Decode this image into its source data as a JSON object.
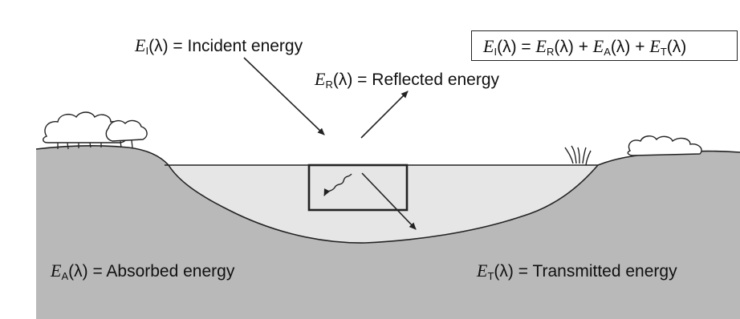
{
  "diagram": {
    "incident": {
      "sym": "E",
      "sub": "I",
      "arg": "(λ)",
      "text": " = Incident energy"
    },
    "reflected": {
      "sym": "E",
      "sub": "R",
      "arg": "(λ)",
      "text": " = Reflected energy"
    },
    "absorbed": {
      "sym": "E",
      "sub": "A",
      "arg": "(λ)",
      "text": " = Absorbed energy"
    },
    "transmitted": {
      "sym": "E",
      "sub": "T",
      "arg": "(λ)",
      "text": " = Transmitted energy"
    },
    "equation": {
      "lhs_sym": "E",
      "lhs_sub": "I",
      "lhs_arg": "(λ)",
      "eq": " = ",
      "t1_sym": "E",
      "t1_sub": "R",
      "t1_arg": "(λ)",
      "plus1": " + ",
      "t2_sym": "E",
      "t2_sub": "A",
      "t2_arg": "(λ)",
      "plus2": " + ",
      "t3_sym": "E",
      "t3_sub": "T",
      "t3_arg": "(λ)"
    }
  },
  "colors": {
    "ground": "#b9b9b9",
    "water": "#e6e6e6",
    "outline": "#222222"
  }
}
